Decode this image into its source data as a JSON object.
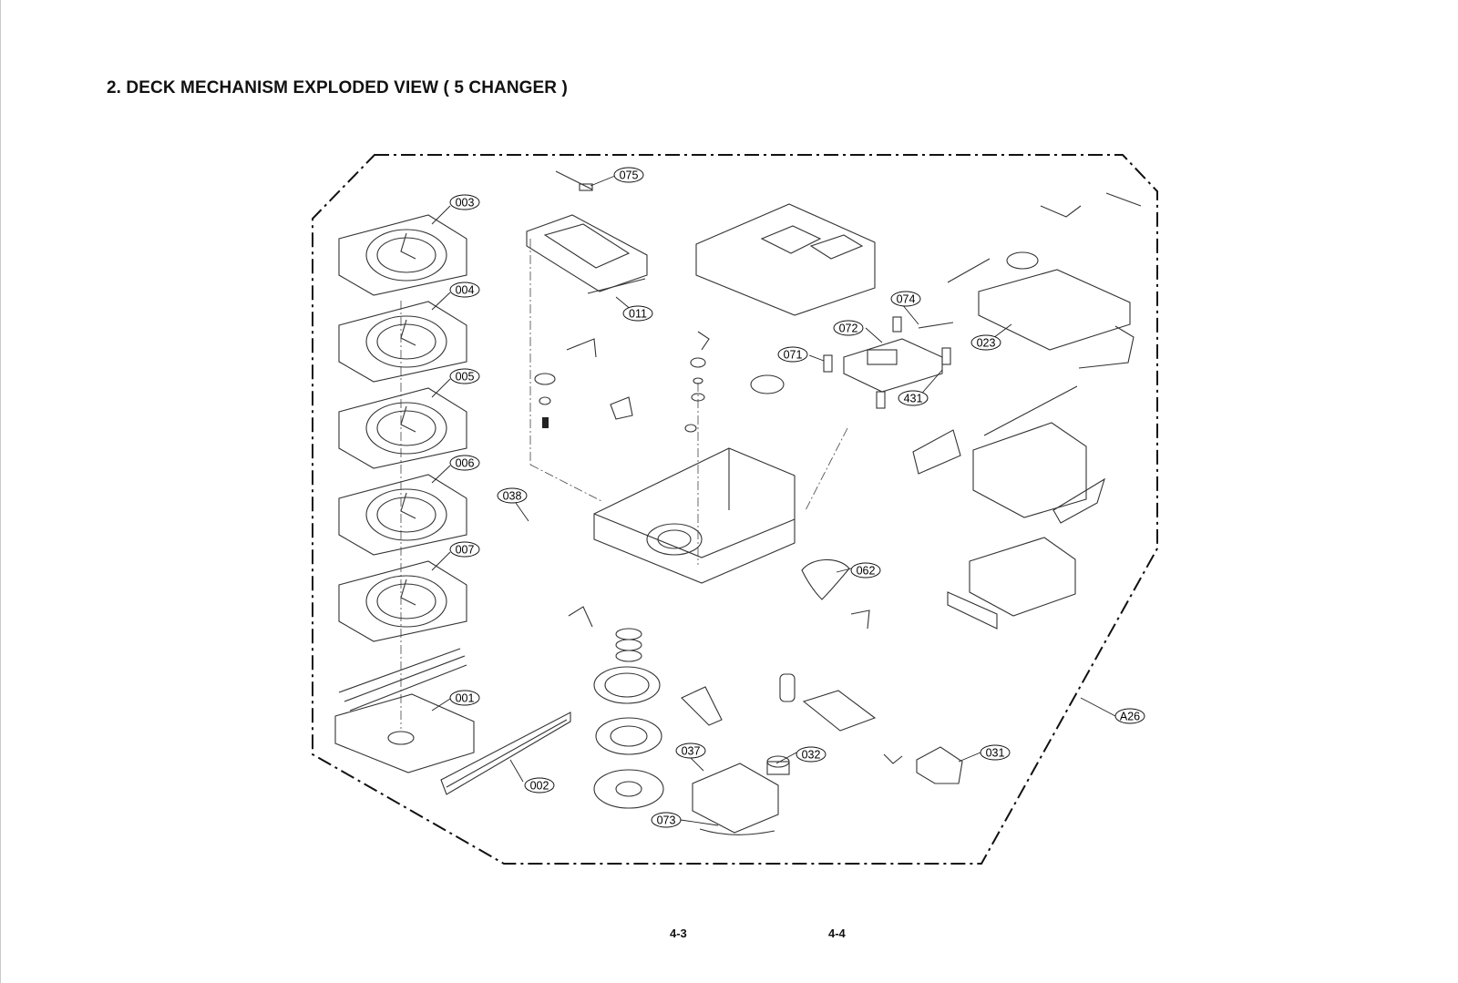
{
  "title": "2. DECK MECHANISM EXPLODED VIEW ( 5 CHANGER )",
  "page_numbers": {
    "left": "4-3",
    "right": "4-4"
  },
  "callouts": [
    {
      "id": "c075",
      "label": "075"
    },
    {
      "id": "c003",
      "label": "003"
    },
    {
      "id": "c004",
      "label": "004"
    },
    {
      "id": "c005",
      "label": "005"
    },
    {
      "id": "c006",
      "label": "006"
    },
    {
      "id": "c007",
      "label": "007"
    },
    {
      "id": "c001",
      "label": "001"
    },
    {
      "id": "c002",
      "label": "002"
    },
    {
      "id": "c011",
      "label": "011"
    },
    {
      "id": "c074",
      "label": "074"
    },
    {
      "id": "c072",
      "label": "072"
    },
    {
      "id": "c071",
      "label": "071"
    },
    {
      "id": "c431",
      "label": "431"
    },
    {
      "id": "c023",
      "label": "023"
    },
    {
      "id": "c038",
      "label": "038"
    },
    {
      "id": "c062",
      "label": "062"
    },
    {
      "id": "cA26",
      "label": "A26"
    },
    {
      "id": "c037",
      "label": "037"
    },
    {
      "id": "c032",
      "label": "032"
    },
    {
      "id": "c031",
      "label": "031"
    },
    {
      "id": "c073",
      "label": "073"
    }
  ]
}
